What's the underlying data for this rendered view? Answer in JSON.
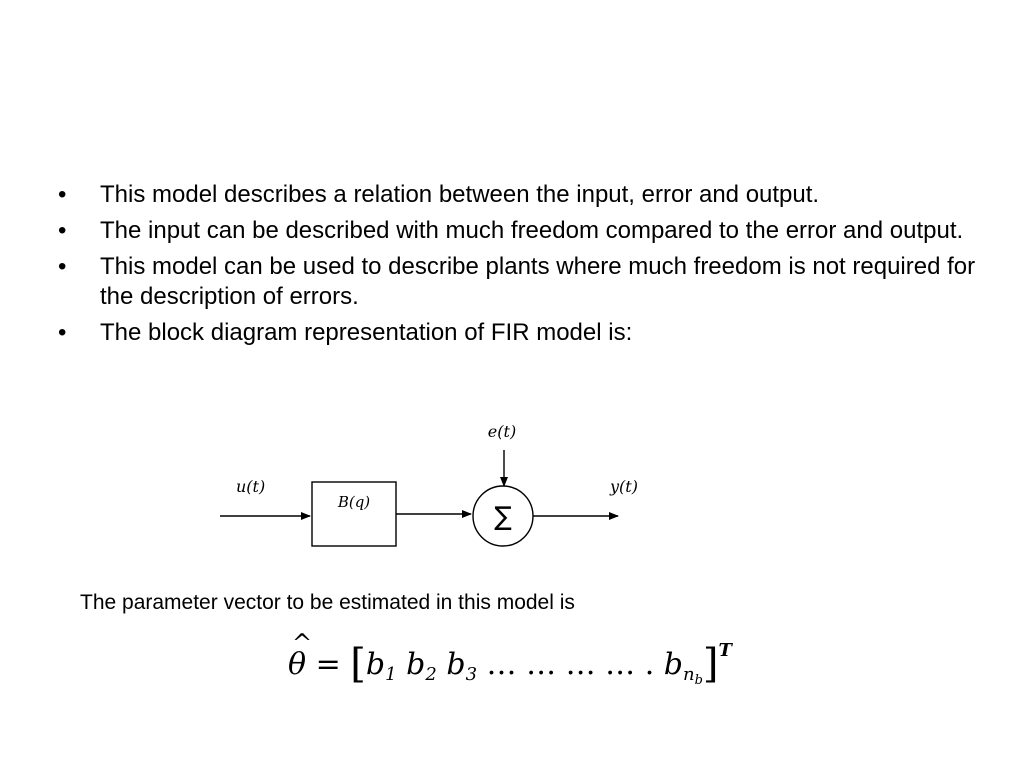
{
  "bullets": [
    {
      "marker": "•",
      "text": "This model describes a relation between the input, error and output."
    },
    {
      "marker": "•",
      "text": "The  input can be described with much freedom compared to the error and output."
    },
    {
      "marker": "•",
      "text": "This model can be used to describe plants where much freedom is not required for the description of errors."
    },
    {
      "marker": "•",
      "text": "The block diagram representation of FIR model is:"
    }
  ],
  "diagram": {
    "input_label": "u(t)",
    "error_label": "e(t)",
    "block_label": "B(q)",
    "sum_symbol": "∑",
    "output_label": "y(t)"
  },
  "caption": "The parameter vector to be estimated in this model is",
  "formula": {
    "lhs": "θ",
    "equals": "=",
    "open_bracket": "[",
    "b1": "b",
    "b1_sub": "1",
    "b2": "b",
    "b2_sub": "2",
    "b3": "b",
    "b3_sub": "3",
    "dots": " … … … … .",
    "bnb": "b",
    "bnb_sub": "n",
    "bnb_subsub": "b",
    "close_bracket": "]",
    "transpose": "T"
  }
}
